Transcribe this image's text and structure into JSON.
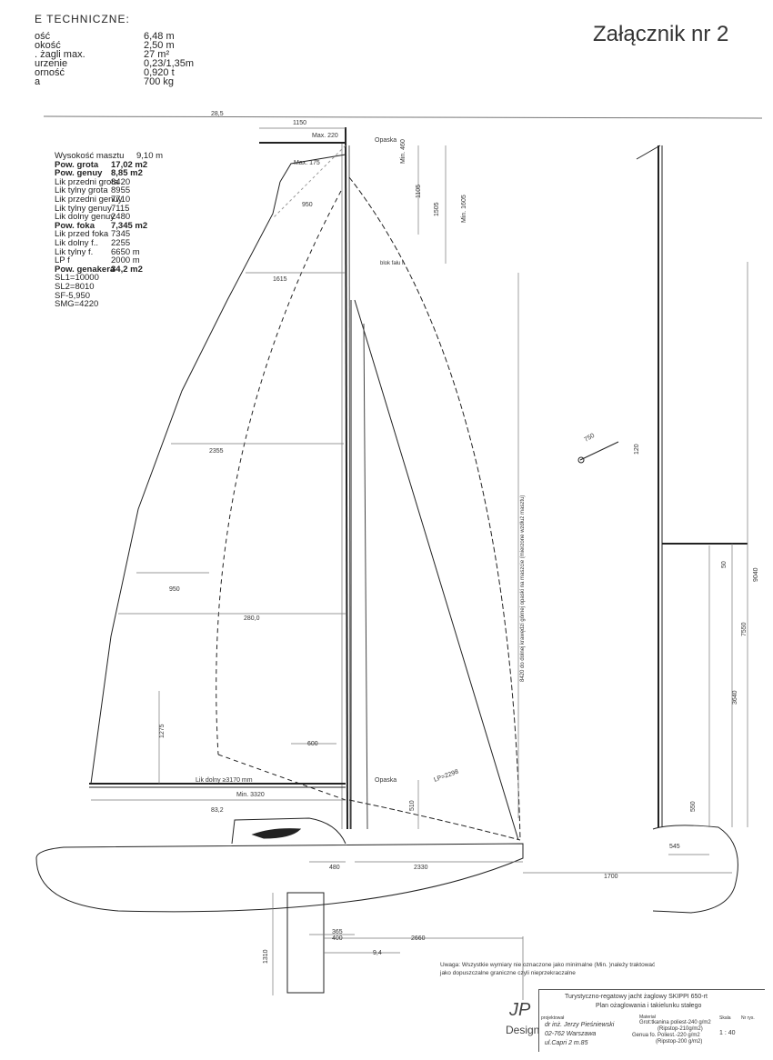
{
  "header": {
    "annex": "Załącznik nr 2",
    "tech_title": "E TECHNICZNE:",
    "tech_rows": [
      {
        "label": "ość",
        "value": "6,48 m"
      },
      {
        "label": "okość",
        "value": "2,50 m"
      },
      {
        "label": ". żagli  max.",
        "value": "27 m²"
      },
      {
        "label": "urzenie",
        "value": "0,23/1,35m"
      },
      {
        "label": "orność",
        "value": "0,920 t"
      },
      {
        "label": "a",
        "value": "700 kg"
      }
    ]
  },
  "sail_specs": [
    {
      "label": "Wysokość masztu",
      "value": "9,10  m",
      "bold": false
    },
    {
      "label": "Pow. grota",
      "value": "17,02  m2",
      "bold": true
    },
    {
      "label": "Pow. genuy",
      "value": "8,85  m2",
      "bold": true
    },
    {
      "label": "Lik przedni grota",
      "value": "8420",
      "bold": false
    },
    {
      "label": "Lik tylny grota",
      "value": "8955",
      "bold": false
    },
    {
      "label": "Lik przedni genuy",
      "value": "7710",
      "bold": false
    },
    {
      "label": "Lik tylny genuy",
      "value": "7115",
      "bold": false
    },
    {
      "label": "Lik dolny genuy",
      "value": "2480",
      "bold": false
    },
    {
      "label": "Pow. foka",
      "value": "7,345 m2",
      "bold": true
    },
    {
      "label": "Lik przed foka",
      "value": "7345",
      "bold": false
    },
    {
      "label": "Lik dolny f..",
      "value": "2255",
      "bold": false
    },
    {
      "label": "Lik tylny f.",
      "value": "6650  m",
      "bold": false
    },
    {
      "label": "LP f",
      "value": "2000  m",
      "bold": false
    },
    {
      "label": "Pow. genakera",
      "value": "34,2 m2",
      "bold": true
    },
    {
      "label": "SL1=10000",
      "value": "",
      "bold": false
    },
    {
      "label": "SL2=8010",
      "value": "",
      "bold": false
    },
    {
      "label": "SF-5,950",
      "value": "",
      "bold": false
    },
    {
      "label": "SMG=4220",
      "value": "",
      "bold": false
    }
  ],
  "dimensions": {
    "d285": "28,5",
    "d1150": "1150",
    "max220": "Max. 220",
    "opaska_top": "Opaska",
    "max175": "Max. 175",
    "min460": "Min. 460",
    "d1105": "1105",
    "d1505": "1505",
    "min1605": "Min. 1605",
    "d950_top": "950",
    "d1615": "1615",
    "blok_fału": "blok fału f.",
    "d750": "750",
    "d120": "120",
    "d2355": "2355",
    "vertical_note": "8420 do dolnej krawędzi górnej opaski na maszcie (mierzone wzdłuż masztu)",
    "d950_mid": "950",
    "d2800": "280,0",
    "d50": "50",
    "d9040": "9040",
    "d7550": "7550",
    "d3640": "3640",
    "d1275": "1275",
    "d600": "600",
    "lp2298": "LP=2298",
    "lik_dolny": "Lik dolny ≥3170 mm",
    "opaska_bottom": "Opaska",
    "min3320": "Min. 3320",
    "d832": "83,2",
    "d510": "510",
    "d550": "550",
    "d545": "545",
    "d480": "480",
    "d2330": "2330",
    "d1700": "1700",
    "d365": "365",
    "d400": "400",
    "d2660": "2660",
    "d94": "9,4",
    "d1310": "1310"
  },
  "notes": {
    "line1": "Uwaga:  Wszystkie wymiary nie oznaczone jako minimalne (Min. )należy traktować",
    "line2": "jako dopuszczalne graniczne czyli nieprzekraczalne"
  },
  "title_block": {
    "title1": "Turystyczno-regatowy jacht żaglowy  SKIPPI 650-rt",
    "title2": "Plan  ożaglowania i takielunku  stałego",
    "projektowal_label": "projektował",
    "designer": "dr inż. Jerzy Pieśniewski",
    "address1": "02-762  Warszawa",
    "address2": "ul.Capri 2 m.85",
    "material_label": "Materiał",
    "grot": "Grot:tkanina poliest-240 g/m2",
    "grot2": "(Ripstop-210g/m2)",
    "genua": "Genua fo. Poliest.-220 g/m2",
    "genua2": "(Ripstop-200 g/m2)",
    "skala_label": "Skala",
    "skala": "1 : 40",
    "nr_label": "Nr rys.",
    "logo": "JP",
    "logo_sub": "Design"
  }
}
